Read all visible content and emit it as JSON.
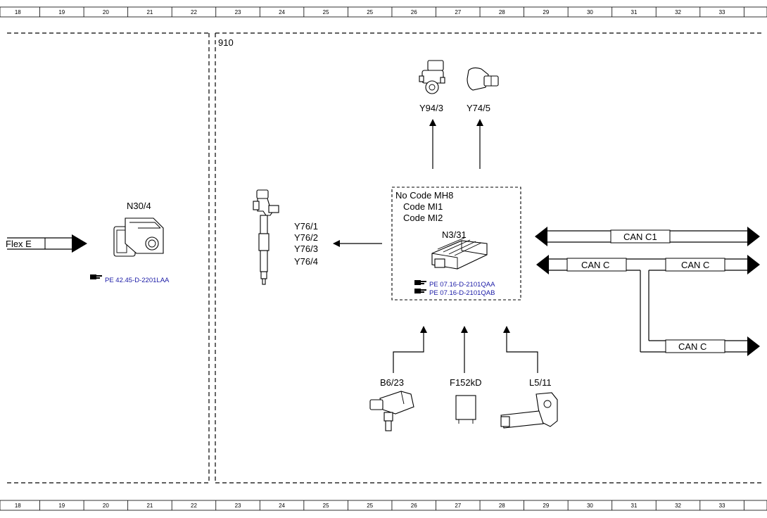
{
  "ruler": {
    "numbers": [
      "18",
      "19",
      "20",
      "21",
      "22",
      "23",
      "24",
      "25",
      "25",
      "26",
      "27",
      "28",
      "29",
      "30",
      "31",
      "32",
      "33"
    ]
  },
  "area_code": "910",
  "left": {
    "module_label": "N30/4",
    "flex_label": "Flex E",
    "ref_link": "PE 42.45-D-2201LAA"
  },
  "injectors": {
    "labels": [
      "Y76/1",
      "Y76/2",
      "Y76/3",
      "Y76/4"
    ]
  },
  "ecu": {
    "code_lines": [
      "No Code MH8",
      "Code MI1",
      "Code MI2"
    ],
    "label": "N3/31",
    "ref_links": [
      "PE 07.16-D-2101QAA",
      "PE 07.16-D-2101QAB"
    ]
  },
  "actuators": {
    "left_label": "Y94/3",
    "right_label": "Y74/5"
  },
  "sensors": {
    "left_label": "B6/23",
    "mid_label": "F152kD",
    "right_label": "L5/11"
  },
  "buses": {
    "c1_label": "CAN C1",
    "c_left_label": "CAN C",
    "c_right_label": "CAN C",
    "c_lower_label": "CAN C"
  },
  "colors": {
    "link": "#1a1aa6",
    "line": "#000000"
  }
}
